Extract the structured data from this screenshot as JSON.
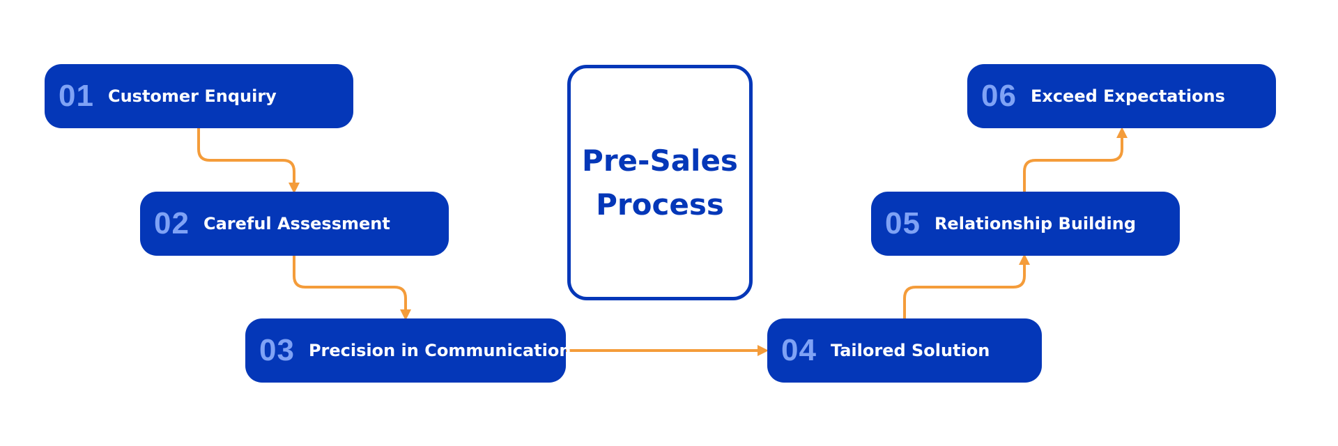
{
  "diagram": {
    "title": "Pre-Sales\nProcess",
    "colors": {
      "box_fill": "#0437b8",
      "number_text": "#7fa2f5",
      "label_text": "#ffffff",
      "connector": "#f49c3a",
      "title_text": "#0437b8"
    },
    "steps": [
      {
        "number": "01",
        "label": "Customer Enquiry"
      },
      {
        "number": "02",
        "label": "Careful Assessment"
      },
      {
        "number": "03",
        "label": "Precision in Communication"
      },
      {
        "number": "04",
        "label": "Tailored Solution"
      },
      {
        "number": "05",
        "label": "Relationship Building"
      },
      {
        "number": "06",
        "label": "Exceed Expectations"
      }
    ],
    "connections": [
      {
        "from": "01",
        "to": "02"
      },
      {
        "from": "02",
        "to": "03"
      },
      {
        "from": "03",
        "to": "04"
      },
      {
        "from": "04",
        "to": "05"
      },
      {
        "from": "05",
        "to": "06"
      }
    ]
  }
}
